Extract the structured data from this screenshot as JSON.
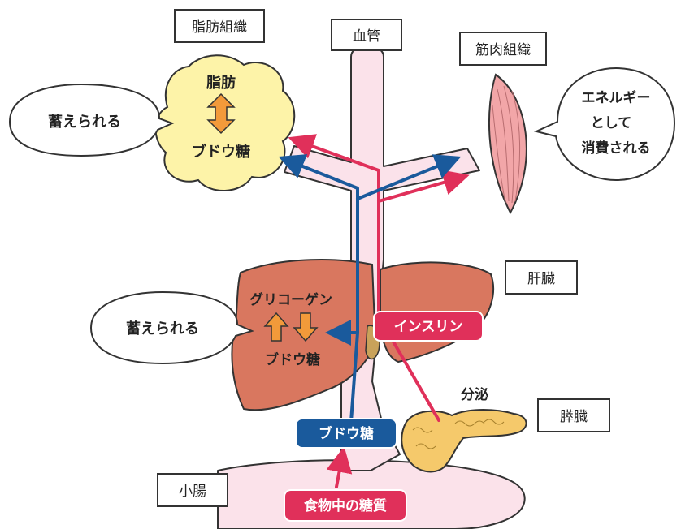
{
  "labels": {
    "adipose_tissue": "脂肪組織",
    "blood_vessel": "血管",
    "muscle_tissue": "筋肉組織",
    "liver": "肝臓",
    "pancreas": "膵臓",
    "small_intestine": "小腸",
    "secretion": "分泌"
  },
  "adipose": {
    "fat": "脂肪",
    "glucose": "ブドウ糖"
  },
  "liver_text": {
    "glycogen": "グリコーゲン",
    "glucose": "ブドウ糖"
  },
  "bubbles": {
    "stored_adipose": "蓄えられる",
    "stored_liver": "蓄えられる",
    "muscle_line1": "エネルギー",
    "muscle_line2": "として",
    "muscle_line3": "消費される"
  },
  "tags": {
    "insulin": "インスリン",
    "glucose_blood": "ブドウ糖",
    "dietary_sugar": "食物中の糖質"
  },
  "colors": {
    "vessel_fill": "#fbe2ea",
    "red_arrow": "#e0305a",
    "blue_arrow": "#1a5a9c",
    "orange_arrow": "#f29a3a",
    "liver": "#d9775f",
    "fat_cloud": "#fdf3a8",
    "pancreas": "#f5c96b",
    "muscle": "#f2a6a8"
  },
  "icons": [
    "double-up-down-arrow-icon",
    "up-arrow-icon",
    "down-arrow-icon"
  ]
}
